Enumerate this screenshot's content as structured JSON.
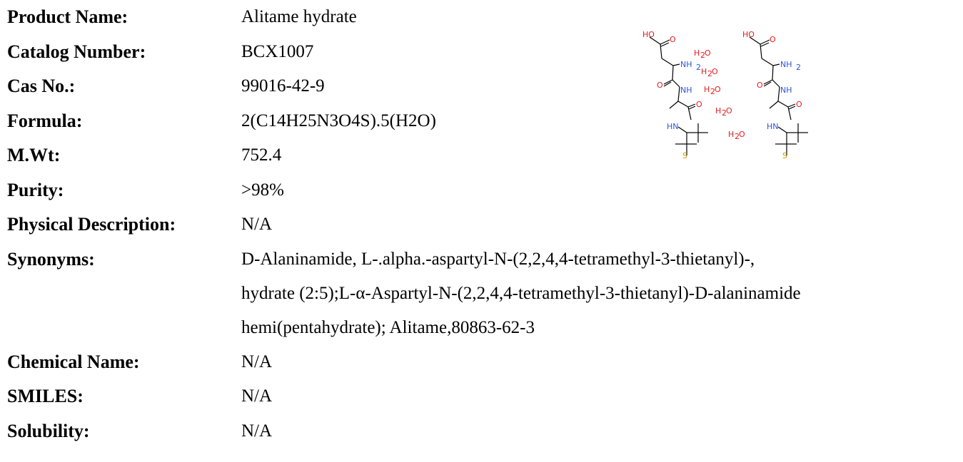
{
  "product": {
    "fields": [
      {
        "label": "Product Name:",
        "value": "Alitame hydrate"
      },
      {
        "label": "Catalog Number:",
        "value": "BCX1007"
      },
      {
        "label": "Cas No.:",
        "value": "99016-42-9"
      },
      {
        "label": "Formula:",
        "value": "2(C14H25N3O4S).5(H2O)"
      },
      {
        "label": "M.Wt:",
        "value": "752.4"
      },
      {
        "label": "Purity:",
        "value": ">98%"
      },
      {
        "label": "Physical Description:",
        "value": "N/A"
      }
    ],
    "synonyms": {
      "label": "Synonyms:",
      "lines": [
        "D-Alaninamide, L-.alpha.-aspartyl-N-(2,2,4,4-tetramethyl-3-thietanyl)-,",
        "hydrate (2:5);L-α-Aspartyl-N-(2,2,4,4-tetramethyl-3-thietanyl)-D-alaninamide",
        "hemi(pentahydrate); Alitame,80863-62-3"
      ]
    },
    "fields_after": [
      {
        "label": "Chemical Name:",
        "value": "N/A"
      },
      {
        "label": "SMILES:",
        "value": "N/A"
      },
      {
        "label": "Solubility:",
        "value": "N/A"
      }
    ]
  },
  "structure": {
    "atoms": {
      "ho": "HO",
      "o": "O",
      "nh2": "NH",
      "h2_sub": "2",
      "nh": "NH",
      "hn": "HN",
      "s": "S",
      "h2o_h": "H",
      "h2o_2": "2",
      "h2o_o": "O"
    }
  }
}
